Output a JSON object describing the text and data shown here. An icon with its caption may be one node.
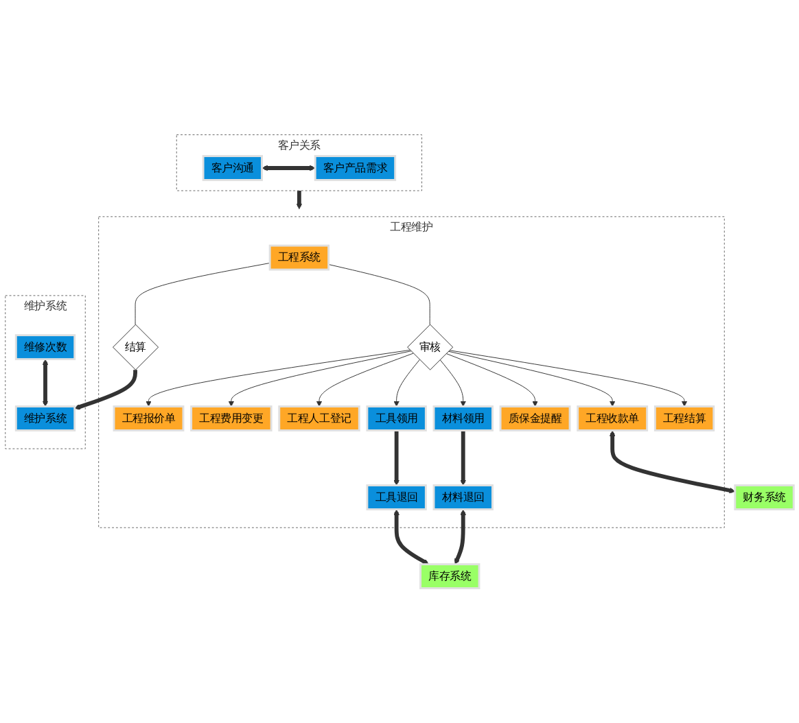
{
  "diagram": {
    "nodes": [
      {
        "text": [
          "客户关系"
        ]
      },
      {
        "text": [
          "客户沟通"
        ],
        "in": 0
      },
      {
        "text": [
          "客户产品需求"
        ],
        "in": 0
      },
      {
        "text": [
          "工程维护"
        ]
      },
      {
        "text": [
          "工程系统"
        ],
        "in": 3
      },
      {
        "text": [
          "审核"
        ],
        "in": 3
      },
      {
        "text": [
          "结算"
        ],
        "in": 3
      },
      {
        "text": [
          "工程报价单"
        ],
        "in": 3
      },
      {
        "text": [
          "工程费用变更"
        ],
        "in": 3
      },
      {
        "text": [
          "工程人工登记"
        ],
        "in": 3
      },
      {
        "text": [
          "工具领用"
        ],
        "in": 3
      },
      {
        "text": [
          "材料领用"
        ],
        "in": 3
      },
      {
        "text": [
          "质保金提醒"
        ],
        "in": 3
      },
      {
        "text": [
          "工程收款单"
        ],
        "in": 3
      },
      {
        "text": [
          "工程结算"
        ],
        "in": 3
      },
      {
        "text": [
          "工具退回"
        ],
        "in": 3
      },
      {
        "text": [
          "材料退回"
        ],
        "in": 3
      },
      {
        "text": [
          "维护系统"
        ]
      },
      {
        "text": [
          "维修次数"
        ],
        "in": 17
      },
      {
        "text": [
          "维护系统"
        ],
        "in": 17
      },
      {
        "text": [
          "库存系统"
        ]
      },
      {
        "text": [
          "财务系统"
        ]
      }
    ],
    "edges": [
      {
        "from": 1,
        "to": 2,
        "arrow": "both",
        "style": "thick"
      },
      {
        "from": 0,
        "to": 3,
        "arrow": "to",
        "style": "thick"
      },
      {
        "from": 4,
        "to": 5,
        "arrow": "none"
      },
      {
        "from": 4,
        "to": 6,
        "arrow": "none"
      },
      {
        "from": 6,
        "to": 19,
        "arrow": "to",
        "style": "thick"
      },
      {
        "from": 5,
        "to": 7,
        "arrow": "to"
      },
      {
        "from": 5,
        "to": 8,
        "arrow": "to"
      },
      {
        "from": 5,
        "to": 9,
        "arrow": "to"
      },
      {
        "from": 5,
        "to": 10,
        "arrow": "to"
      },
      {
        "from": 5,
        "to": 11,
        "arrow": "to"
      },
      {
        "from": 5,
        "to": 12,
        "arrow": "to"
      },
      {
        "from": 5,
        "to": 13,
        "arrow": "to"
      },
      {
        "from": 5,
        "to": 14,
        "arrow": "to"
      },
      {
        "from": 10,
        "to": 15,
        "arrow": "to",
        "style": "thick"
      },
      {
        "from": 11,
        "to": 16,
        "arrow": "to",
        "style": "thick"
      },
      {
        "from": 18,
        "to": 19,
        "arrow": "both",
        "style": "thick"
      },
      {
        "from": 15,
        "to": 20,
        "arrow": "both",
        "style": "thick"
      },
      {
        "from": 16,
        "to": 20,
        "arrow": "both",
        "style": "thick"
      },
      {
        "from": 13,
        "to": 21,
        "arrow": "both",
        "style": "thick"
      }
    ]
  }
}
